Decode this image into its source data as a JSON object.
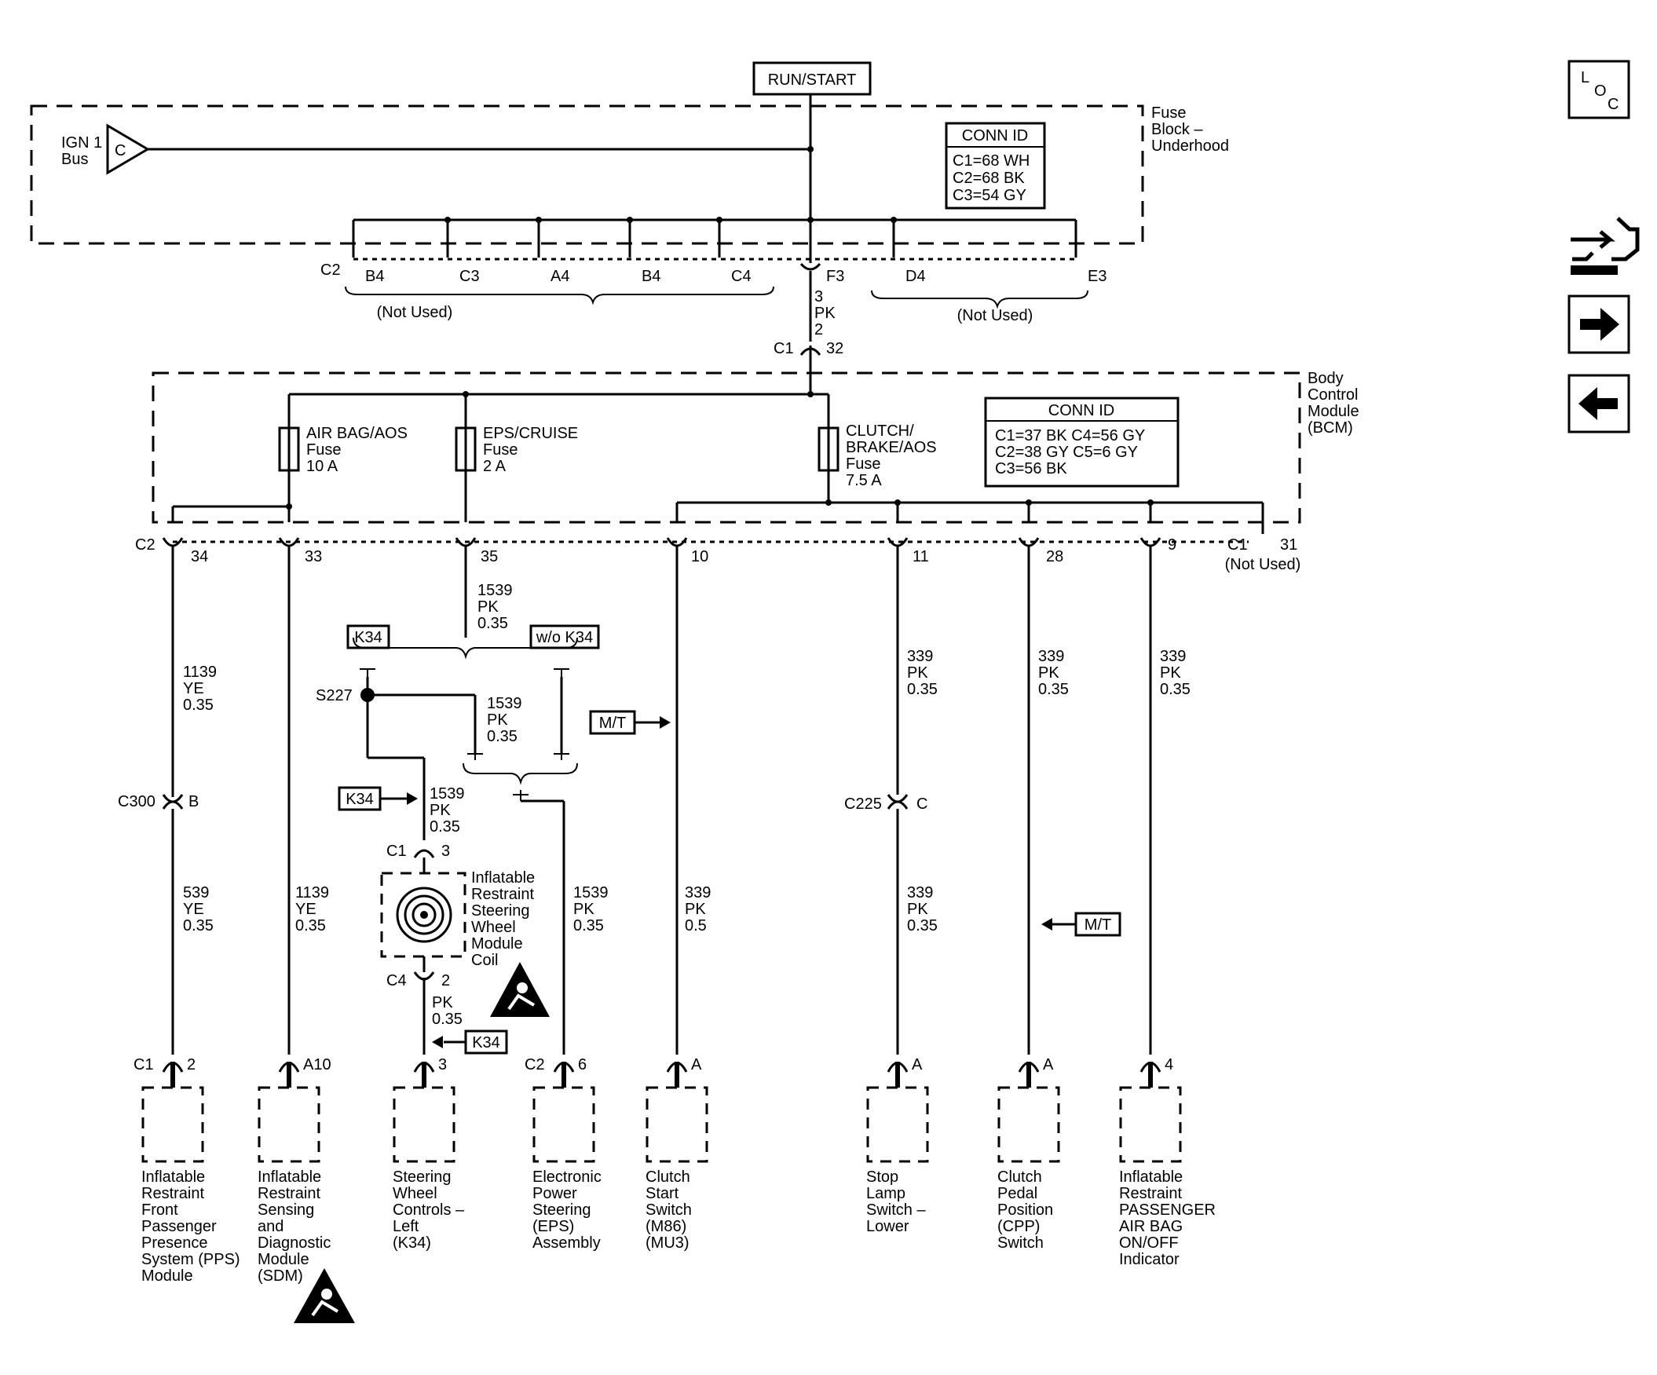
{
  "run_start": "RUN/START",
  "fuse_block": {
    "label": [
      "Fuse",
      "Block –",
      "Underhood"
    ],
    "bus": [
      "IGN 1",
      "Bus"
    ],
    "bus_letter": "C",
    "conn_title": "CONN ID",
    "conn_rows": [
      "C1=68 WH",
      "C2=68 BK",
      "C3=54 GY"
    ],
    "pin_c2": "C2",
    "pins": [
      "B4",
      "C3",
      "A4",
      "B4",
      "C4",
      "F3",
      "D4",
      "E3"
    ],
    "not_used_left": "(Not Used)",
    "not_used_right": "(Not Used)",
    "feed": [
      "3",
      "PK",
      "2"
    ]
  },
  "bcm": {
    "label": [
      "Body",
      "Control",
      "Module",
      "(BCM)"
    ],
    "c1_in": "C1",
    "c1_in_pin": "32",
    "conn_title": "CONN ID",
    "conn_rows": [
      "C1=37 BK  C4=56 GY",
      "C2=38 GY  C5=6 GY",
      "C3=56 BK"
    ],
    "fuse1": [
      "AIR BAG/AOS",
      "Fuse",
      "10 A"
    ],
    "fuse2": [
      "EPS/CRUISE",
      "Fuse",
      "2 A"
    ],
    "fuse3": [
      "CLUTCH/",
      "BRAKE/AOS",
      "Fuse",
      "7.5 A"
    ],
    "c2": "C2",
    "outputs": [
      "34",
      "33",
      "35",
      "10",
      "11",
      "28",
      "9"
    ],
    "c1": "C1",
    "c1_pin": "31",
    "c1_not_used": "(Not Used)"
  },
  "wires": {
    "w34": [
      "1139",
      "YE",
      "0.35"
    ],
    "w34b": [
      "539",
      "YE",
      "0.35"
    ],
    "w33": [
      "1139",
      "YE",
      "0.35"
    ],
    "w35": [
      "1539",
      "PK",
      "0.35"
    ],
    "s227_branch": [
      "1539",
      "PK",
      "0.35"
    ],
    "coil_in": [
      "1539",
      "PK",
      "0.35"
    ],
    "coil_out": [
      "PK",
      "0.35"
    ],
    "eps": [
      "1539",
      "PK",
      "0.35"
    ],
    "w10": [
      "339",
      "PK",
      "0.5"
    ],
    "w11a": [
      "339",
      "PK",
      "0.35"
    ],
    "w11b": [
      "339",
      "PK",
      "0.35"
    ],
    "w28": [
      "339",
      "PK",
      "0.35"
    ],
    "w9": [
      "339",
      "PK",
      "0.35"
    ]
  },
  "options": {
    "k34": "K34",
    "wo_k34": "w/o K34",
    "mt": "M/T"
  },
  "splice": "S227",
  "c300": {
    "name": "C300",
    "pin": "B"
  },
  "c225": {
    "name": "C225",
    "pin": "C"
  },
  "coil": {
    "c1": "C1",
    "c1_pin": "3",
    "c4": "C4",
    "c4_pin": "2",
    "label": [
      "Inflatable",
      "Restraint",
      "Steering",
      "Wheel",
      "Module",
      "Coil"
    ]
  },
  "components": [
    {
      "conn": "C1",
      "pin": "2",
      "label": [
        "Inflatable",
        "Restraint",
        "Front",
        "Passenger",
        "Presence",
        "System (PPS)",
        "Module"
      ]
    },
    {
      "conn": "",
      "pin": "A10",
      "label": [
        "Inflatable",
        "Restraint",
        "Sensing",
        "and",
        "Diagnostic",
        "Module",
        "(SDM)"
      ]
    },
    {
      "conn": "",
      "pin": "3",
      "label": [
        "Steering",
        "Wheel",
        "Controls –",
        "Left",
        "(K34)"
      ]
    },
    {
      "conn": "C2",
      "pin": "6",
      "label": [
        "Electronic",
        "Power",
        "Steering",
        "(EPS)",
        "Assembly"
      ]
    },
    {
      "conn": "",
      "pin": "A",
      "label": [
        "Clutch",
        "Start",
        "Switch",
        "(M86)",
        "(MU3)"
      ]
    },
    {
      "conn": "",
      "pin": "A",
      "label": [
        "Stop",
        "Lamp",
        "Switch –",
        "Lower"
      ]
    },
    {
      "conn": "",
      "pin": "A",
      "label": [
        "Clutch",
        "Pedal",
        "Position",
        "(CPP)",
        "Switch"
      ]
    },
    {
      "conn": "",
      "pin": "4",
      "label": [
        "Inflatable",
        "Restraint",
        "PASSENGER",
        "AIR BAG",
        "ON/OFF",
        "Indicator"
      ]
    }
  ],
  "nav": {
    "loc": [
      "L",
      "O",
      "C"
    ],
    "icons": [
      "component-locator-icon",
      "connector-end-view-icon",
      "next-page-arrow-icon",
      "previous-page-arrow-icon"
    ]
  }
}
